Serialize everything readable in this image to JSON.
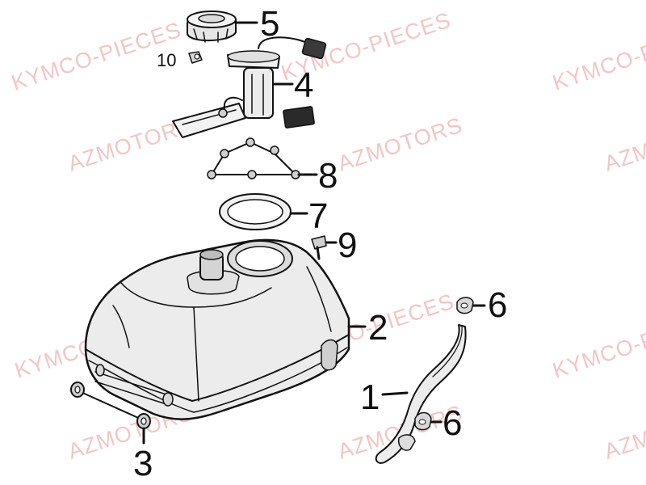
{
  "watermarks": {
    "kymco": "KYMCO-PIECES",
    "azmotors": "AZMOTORS",
    "azm_partial": "AZM"
  },
  "callouts": {
    "n1": "1",
    "n2": "2",
    "n3": "3",
    "n4": "4",
    "n5": "5",
    "n6a": "6",
    "n6b": "6",
    "n7": "7",
    "n8": "8",
    "n9": "9",
    "n10": "10"
  },
  "colors": {
    "line": "#111111",
    "watermark": "#f2c6c6",
    "tank_fill": "#ececec",
    "dark_fill": "#2a2a2a",
    "background": "#ffffff"
  }
}
